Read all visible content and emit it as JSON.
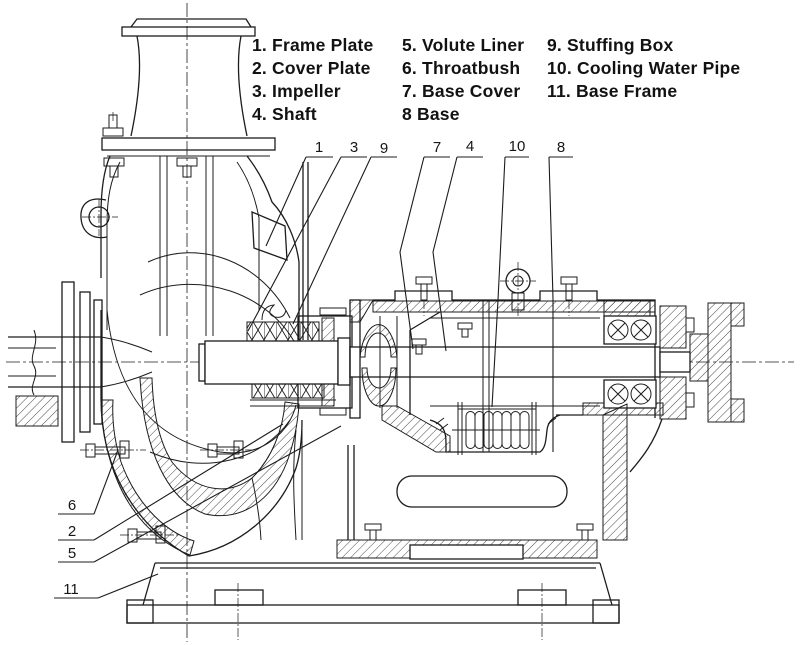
{
  "legend": {
    "columns": [
      {
        "items": [
          "1. Frame Plate",
          "2. Cover Plate",
          "3. Impeller",
          "4. Shaft"
        ]
      },
      {
        "items": [
          "5. Volute Liner",
          "6. Throatbush",
          "7. Base Cover",
          "8 Base"
        ]
      },
      {
        "items": [
          "9. Stuffing Box",
          "10. Cooling Water Pipe",
          "11. Base Frame"
        ]
      }
    ]
  },
  "callouts": {
    "top": [
      {
        "label": "1"
      },
      {
        "label": "3"
      },
      {
        "label": "9"
      },
      {
        "label": "7"
      },
      {
        "label": "4"
      },
      {
        "label": "10"
      },
      {
        "label": "8"
      }
    ],
    "left": [
      {
        "label": "6"
      },
      {
        "label": "2"
      },
      {
        "label": "5"
      },
      {
        "label": "11"
      }
    ]
  },
  "drawing": {
    "stroke_color": "#1c1c1c",
    "background": "#ffffff"
  }
}
